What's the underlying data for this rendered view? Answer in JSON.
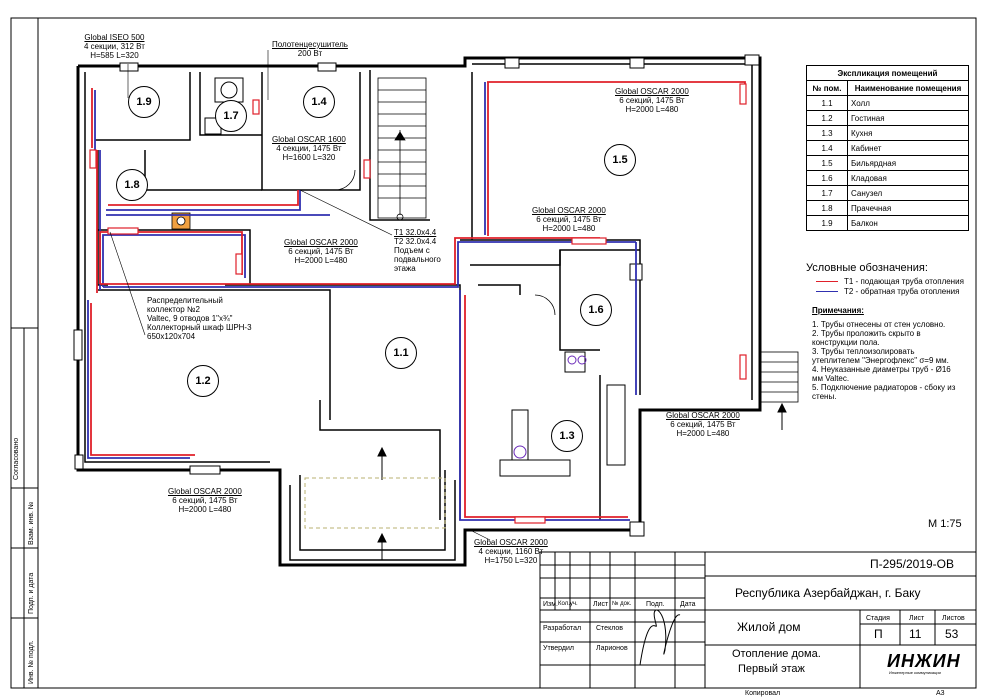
{
  "radiators": [
    {
      "title": "Global ISEO 500",
      "l1": "4 секции, 312 Вт",
      "l2": "H=585 L=320"
    },
    {
      "title": "Полотенцесушитель",
      "l1": "200 Вт",
      "l2": ""
    },
    {
      "title": "Global OSCAR 1600",
      "l1": "4 секции, 1475 Вт",
      "l2": "H=1600 L=320"
    },
    {
      "title": "Global OSCAR 2000",
      "l1": "6 секций, 1475 Вт",
      "l2": "H=2000 L=480"
    },
    {
      "title": "Global OSCAR 2000",
      "l1": "6 секций, 1475 Вт",
      "l2": "H=2000 L=480"
    },
    {
      "title": "Global OSCAR 2000",
      "l1": "6 секций, 1475 Вт",
      "l2": "H=2000 L=480"
    },
    {
      "title": "Global OSCAR 2000",
      "l1": "6 секций, 1475 Вт",
      "l2": "H=2000 L=480"
    },
    {
      "title": "Global OSCAR 2000",
      "l1": "6 секций, 1475 Вт",
      "l2": "H=2000 L=480"
    },
    {
      "title": "Global OSCAR 2000",
      "l1": "4 секции, 1160 Вт",
      "l2": "H=1750 L=320"
    }
  ],
  "rooms": [
    {
      "id": "1.1",
      "name": "Холл"
    },
    {
      "id": "1.2",
      "name": "Гостиная"
    },
    {
      "id": "1.3",
      "name": "Кухня"
    },
    {
      "id": "1.4",
      "name": "Кабинет"
    },
    {
      "id": "1.5",
      "name": "Бильярдная"
    },
    {
      "id": "1.6",
      "name": "Кладовая"
    },
    {
      "id": "1.7",
      "name": "Санузел"
    },
    {
      "id": "1.8",
      "name": "Прачечная"
    },
    {
      "id": "1.9",
      "name": "Балкон"
    }
  ],
  "explication": {
    "title": "Экспликация помещений",
    "col_num": "№ пом.",
    "col_name": "Наименование помещения"
  },
  "collector": {
    "l1": "Распределительный",
    "l2": "коллектор №2",
    "l3": "Valtec, 9 отводов 1\"х¾\"",
    "l4": "Коллекторный шкаф ШРН-3",
    "l5": "650х120х704"
  },
  "riser": {
    "t1": "T1 32.0x4.4",
    "t2": "T2 32.0x4.4",
    "n1": "Подъем с",
    "n2": "подвального",
    "n3": "этажа"
  },
  "conventions": {
    "title": "Условные обозначения:",
    "t1_label": "T1 - подающая труба отопления",
    "t2_label": "T2 - обратная труба отопления",
    "t1_color": "#e0202a",
    "t2_color": "#3030b0"
  },
  "notes": {
    "title": "Примечания:",
    "items": [
      "1.   Трубы отнесены от стен условно.",
      "2.   Трубы проложить скрыто в",
      "конструкции пола.",
      "3.   Трубы теплоизолировать",
      "утеплителем \"Энергофлекс\" σ=9 мм.",
      "4.   Неуказанные диаметры труб - Ø16",
      "мм Valtec.",
      "5.   Подключение радиаторов - сбоку из",
      "стены."
    ]
  },
  "scale": "М 1:75",
  "title_block": {
    "code": "П-295/2019-ОВ",
    "location": "Республика Азербайджан, г. Баку",
    "object": "Жилой дом",
    "sheet_title1": "Отопление дома.",
    "sheet_title2": "Первый этаж",
    "hdr_izm": "Изм.",
    "hdr_kol": "Кол.уч.",
    "hdr_list": "Лист",
    "hdr_ndok": "№ док.",
    "hdr_podp": "Подп.",
    "hdr_data": "Дата",
    "razrab_role": "Разработал",
    "razrab_name": "Стеклов",
    "utv_role": "Утвердил",
    "utv_name": "Ларионов",
    "stadia_h": "Стадия",
    "list_h": "Лист",
    "listov_h": "Листов",
    "stadia": "П",
    "list": "11",
    "listov": "53",
    "logo": "ИНЖИН",
    "logo_sub": "Инженерные коммуникации",
    "kopiroval": "Копировал",
    "format": "A3"
  },
  "left_strip": {
    "soglasovano": "Согласовано",
    "vzam": "Взам. инв. №",
    "podp": "Подп. и дата",
    "inv": "Инв. № подл."
  }
}
